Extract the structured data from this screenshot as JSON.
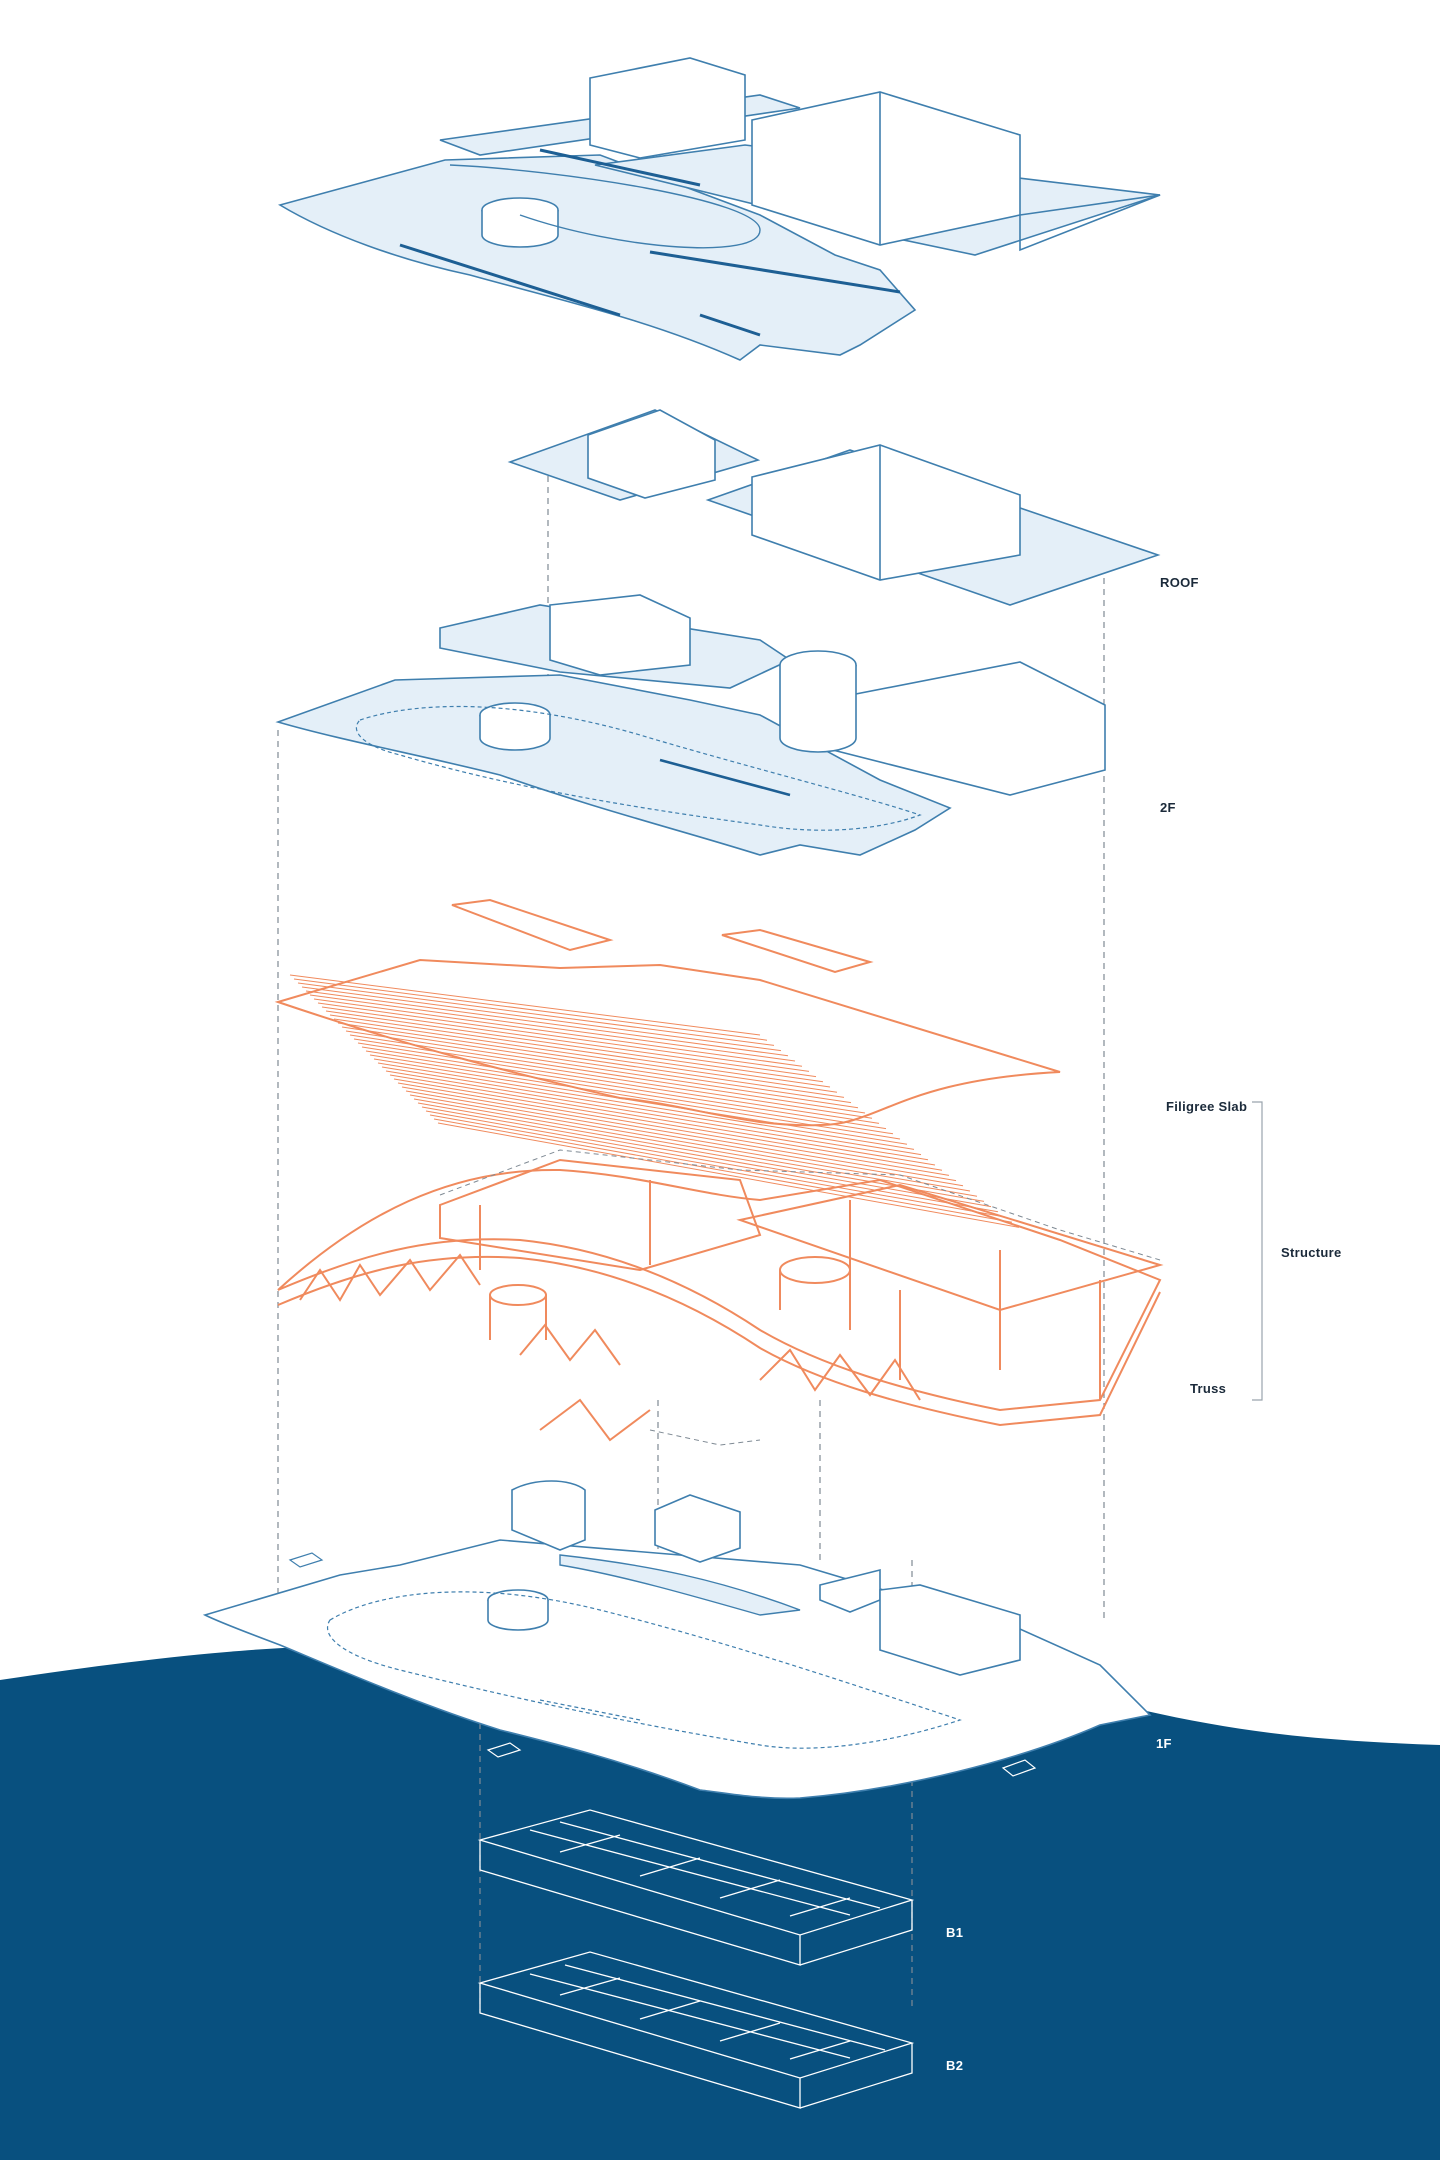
{
  "labels": {
    "roof": "ROOF",
    "second_floor": "2F",
    "filigree_slab": "Filigree Slab",
    "structure": "Structure",
    "truss": "Truss",
    "first_floor": "1F",
    "basement_1": "B1",
    "basement_2": "B2"
  },
  "colors": {
    "ground": "#08507f",
    "plate_fill": "#e4eff8",
    "plate_stroke": "#3f7fae",
    "accent_line": "#1d5f94",
    "structure": "#f08a5d",
    "hidden_line": "#7f8a94",
    "basement_line": "#ffffff"
  }
}
